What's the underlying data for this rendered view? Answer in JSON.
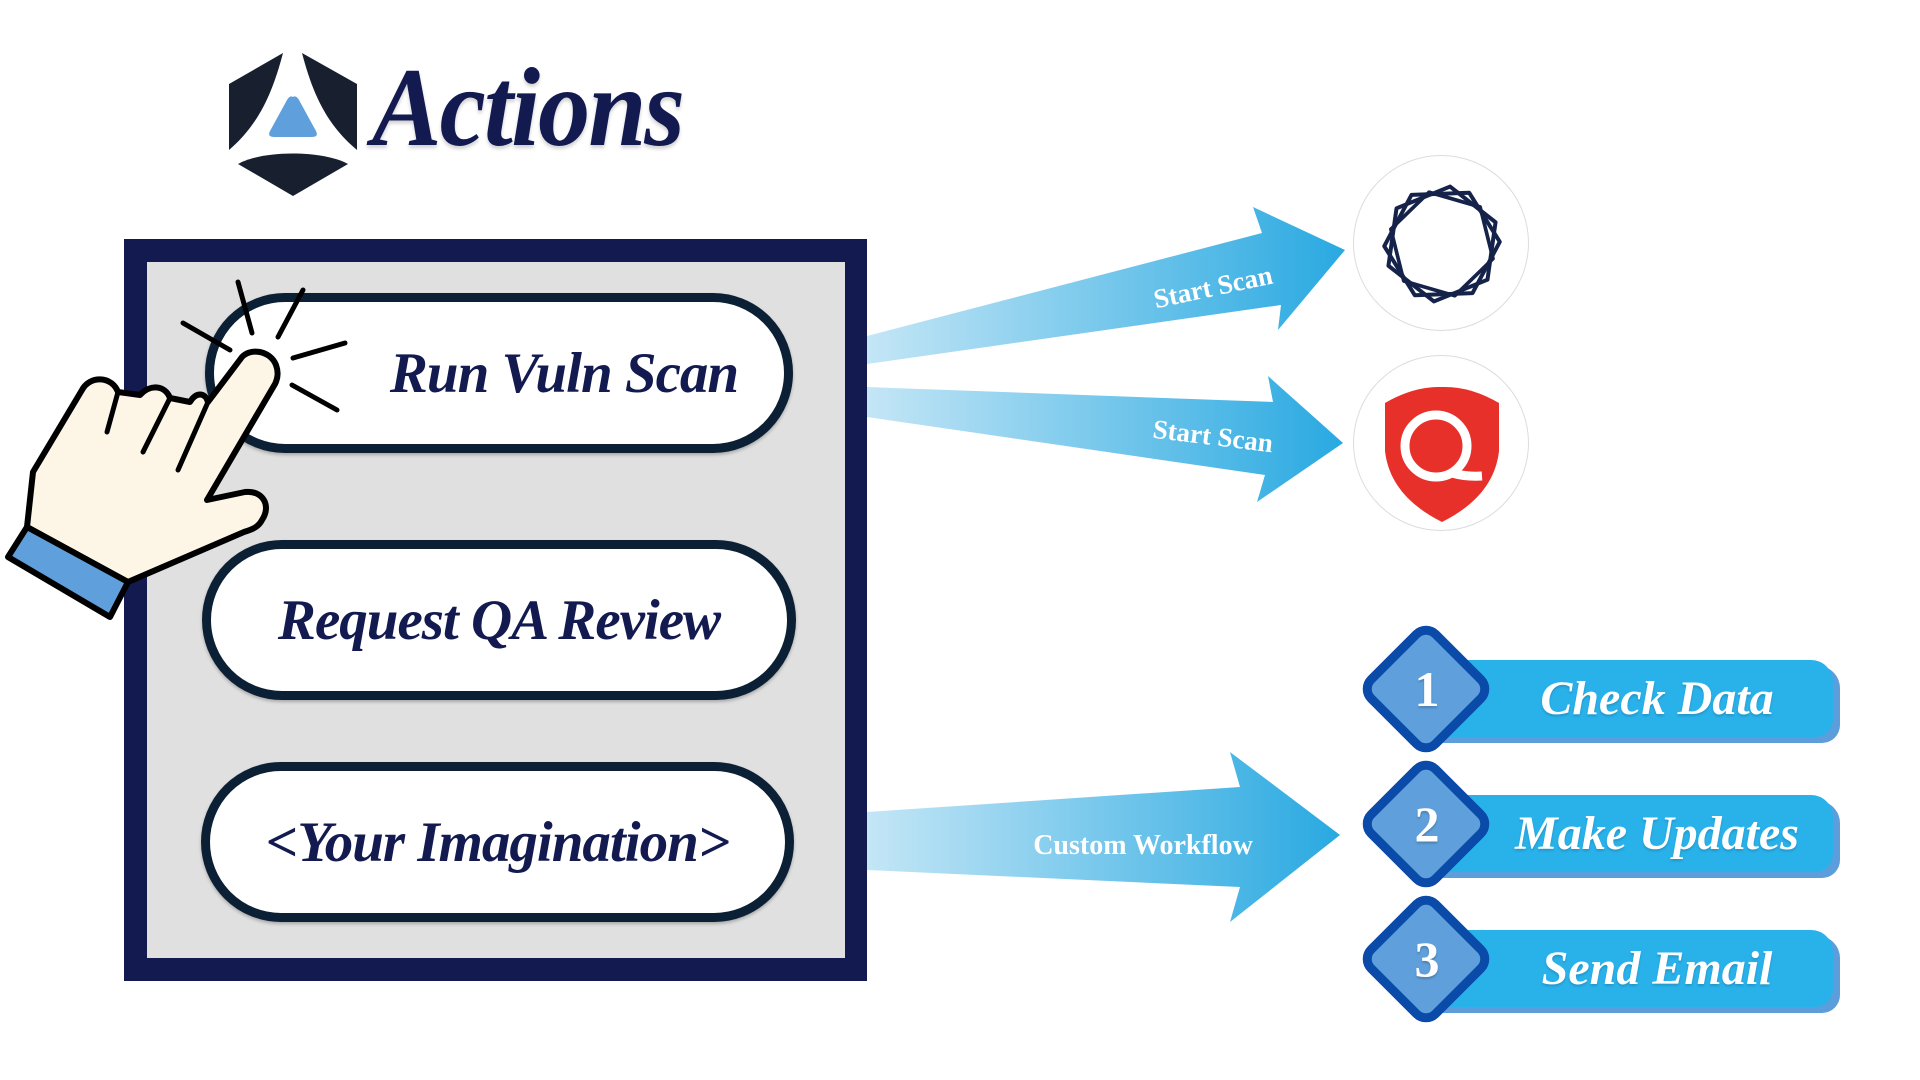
{
  "header": {
    "logo_icon": "actions-hexagon-logo",
    "title": "Actions"
  },
  "colors": {
    "navy": "#121a50",
    "panel_bg": "#e0e0e0",
    "button_border": "#0c2035",
    "arrow_start": "#c4e6f6",
    "arrow_end": "#29a9e1",
    "step_bar": "#29b1ea",
    "step_diamond_fill": "#5fa0dc",
    "step_diamond_border": "#0a4aa8",
    "qualys_red": "#e8302a",
    "logo_blue": "#5fa0dc",
    "logo_dark": "#18202f"
  },
  "actions_panel": {
    "buttons": [
      {
        "label": "Run Vuln Scan",
        "state": "clicked"
      },
      {
        "label": "Request QA Review"
      },
      {
        "label": "<Your Imagination>"
      }
    ],
    "cursor_icon": "pointing-hand-click-icon"
  },
  "flows": [
    {
      "label": "Start Scan",
      "from": "Run Vuln Scan",
      "to": "vendor-hexagon-scanner"
    },
    {
      "label": "Start Scan",
      "from": "Run Vuln Scan",
      "to": "vendor-qualys"
    },
    {
      "label": "Custom Workflow",
      "from": "<Your Imagination>",
      "to": "workflow-steps"
    }
  ],
  "vendors": [
    {
      "name": "hexagon-scanner",
      "icon": "interlocked-hexagons-icon"
    },
    {
      "name": "qualys",
      "icon": "qualys-shield-q-icon"
    }
  ],
  "workflow_steps": [
    {
      "number": "1",
      "label": "Check Data"
    },
    {
      "number": "2",
      "label": "Make Updates"
    },
    {
      "number": "3",
      "label": "Send Email"
    }
  ]
}
